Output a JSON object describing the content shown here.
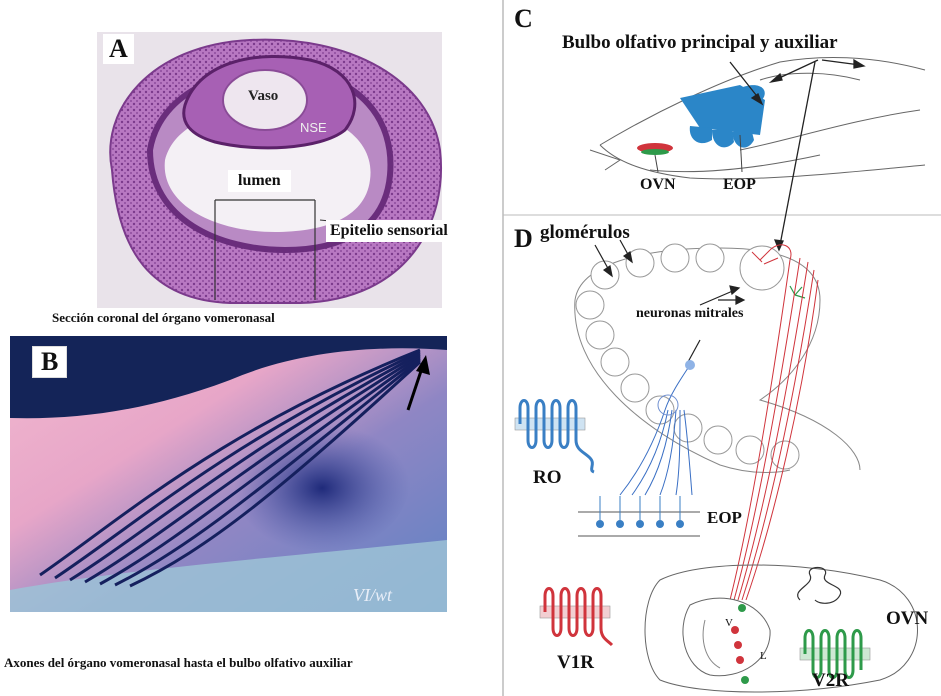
{
  "panels": {
    "A": {
      "letter": "A",
      "labels": {
        "vaso": "Vaso",
        "nse": "NSE",
        "lumen": "lumen",
        "epitelio": "Epitelio sensorial"
      },
      "caption": "Sección coronal del órgano vomeronasal"
    },
    "B": {
      "letter": "B",
      "genotype": "VI/wt",
      "caption": "Axones del órgano vomeronasal hasta el bulbo olfativo auxiliar"
    },
    "C": {
      "letter": "C",
      "title": "Bulbo olfativo principal y auxiliar",
      "labels": {
        "ovn": "OVN",
        "eop": "EOP"
      }
    },
    "D": {
      "letter": "D",
      "labels": {
        "glomerulos": "glomérulos",
        "mitrales": "neuronas mitrales",
        "ro": "RO",
        "eop": "EOP",
        "v1r": "V1R",
        "v2r": "V2R",
        "ovn": "OVN",
        "v": "V",
        "l": "L"
      }
    }
  },
  "colors": {
    "he_stain": "#9a4fa8",
    "he_light": "#c9a6cf",
    "blue_stain": "#2a3f8f",
    "receptor_blue": "#3a7fc4",
    "receptor_red": "#d0343c",
    "receptor_green": "#2e9a4a",
    "eop_blue": "#2b86c8"
  }
}
